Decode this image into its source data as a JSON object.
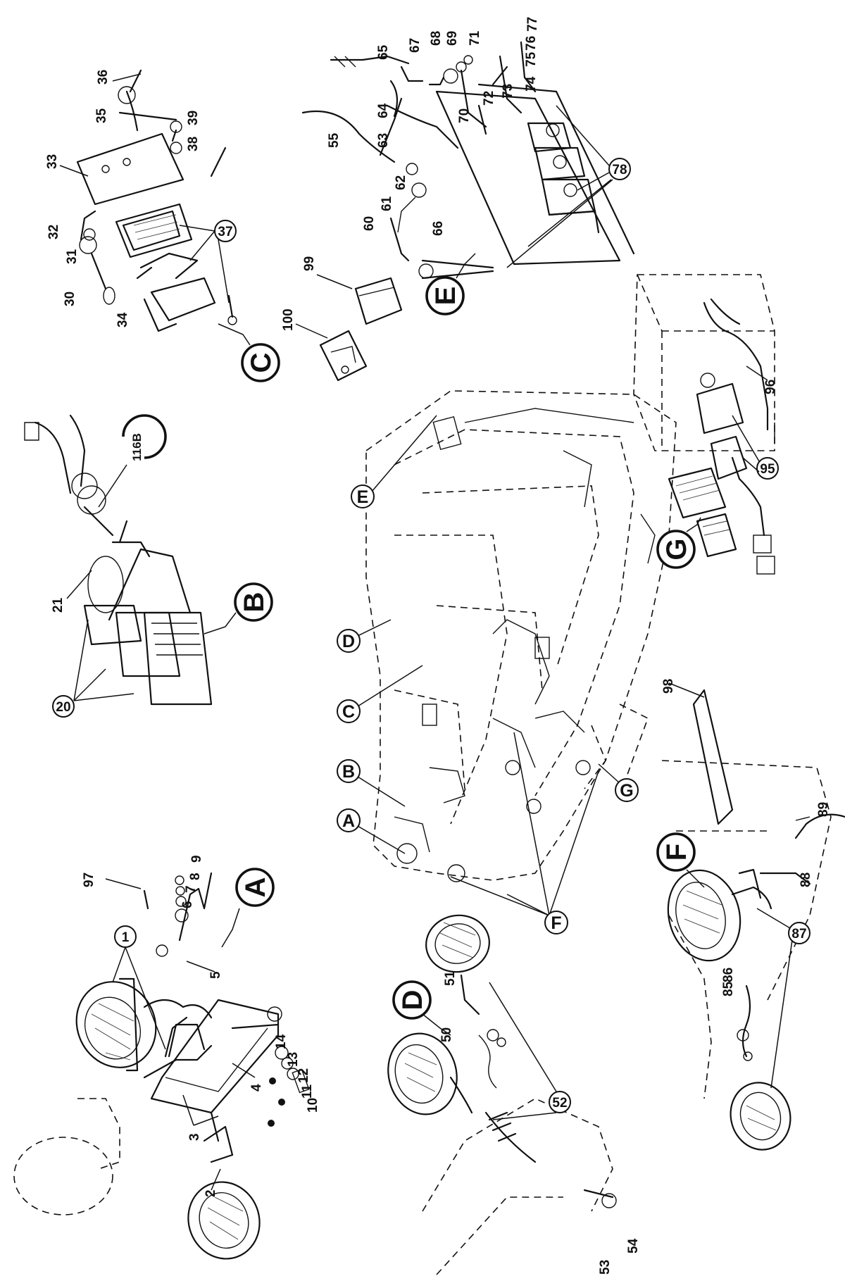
{
  "orientation_note": "",
  "callouts": {
    "A": "A",
    "B": "B",
    "C": "C",
    "D": "D",
    "E": "E",
    "F": "F",
    "G": "G",
    "ref_116B": "116B"
  },
  "parts": {
    "p1": "1",
    "p2": "2",
    "p3": "3",
    "p4": "4",
    "p5": "5",
    "p6": "6",
    "p7": "7",
    "p8": "8",
    "p9": "9",
    "p10": "10",
    "p11": "11",
    "p12": "12",
    "p13": "13",
    "p14": "14",
    "p20": "20",
    "p21": "21",
    "p30": "30",
    "p31": "31",
    "p32": "32",
    "p33": "33",
    "p34": "34",
    "p35": "35",
    "p36": "36",
    "p37": "37",
    "p38": "38",
    "p39": "39",
    "p50": "50",
    "p51": "51",
    "p52": "52",
    "p53": "53",
    "p54": "54",
    "p55": "55",
    "p60": "60",
    "p61": "61",
    "p62": "62",
    "p63": "63",
    "p64": "64",
    "p65": "65",
    "p66": "66",
    "p67": "67",
    "p68": "68",
    "p69": "69",
    "p70": "70",
    "p71": "71",
    "p72": "72",
    "p73": "73",
    "p74": "74",
    "p75": "75",
    "p76": "76",
    "p77": "77",
    "p78": "78",
    "p85": "85",
    "p86": "86",
    "p87": "87",
    "p88": "88",
    "p89": "89",
    "p95": "95",
    "p96": "96",
    "p97": "97",
    "p98": "98",
    "p99": "99",
    "p100": "100"
  }
}
